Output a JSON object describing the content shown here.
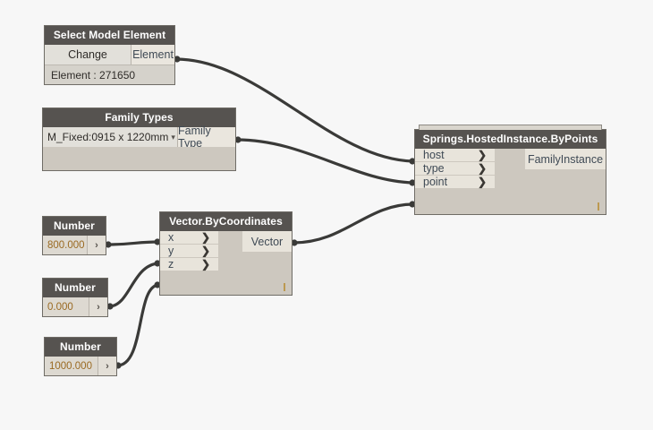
{
  "canvas": {
    "background": "#f7f7f7",
    "wire_color": "#3a3a38"
  },
  "nodes": [
    {
      "id": "select-model-element",
      "title": "Select Model Element",
      "button_label": "Change",
      "output_port": "Element",
      "info_text": "Element : 271650"
    },
    {
      "id": "family-types",
      "title": "Family Types",
      "dropdown_value": "M_Fixed:0915 x 1220mm",
      "dropdown_arrow": "chevron-down",
      "output_port": "Family Type"
    },
    {
      "id": "springs-hostedinstance-bypoints",
      "title": "Springs.HostedInstance.ByPoints",
      "inputs": [
        "host",
        "type",
        "point"
      ],
      "port_chevron": "❯",
      "outputs": [
        "FamilyInstance"
      ]
    },
    {
      "id": "vector-bycoordinates",
      "title": "Vector.ByCoordinates",
      "inputs": [
        "x",
        "y",
        "z"
      ],
      "port_chevron": "❯",
      "outputs": [
        "Vector"
      ]
    },
    {
      "id": "number-800",
      "title": "Number",
      "value": "800.000",
      "output_port": "›"
    },
    {
      "id": "number-0",
      "title": "Number",
      "value": "0.000",
      "output_port": "›"
    },
    {
      "id": "number-1000",
      "title": "Number",
      "value": "1000.000",
      "output_port": "›"
    }
  ],
  "connections": [
    {
      "from": "select-model-element.Element",
      "to": "springs-hostedinstance-bypoints.host"
    },
    {
      "from": "family-types.Family Type",
      "to": "springs-hostedinstance-bypoints.type"
    },
    {
      "from": "vector-bycoordinates.Vector",
      "to": "springs-hostedinstance-bypoints.point"
    },
    {
      "from": "number-800.output",
      "to": "vector-bycoordinates.x"
    },
    {
      "from": "number-0.output",
      "to": "vector-bycoordinates.y"
    },
    {
      "from": "number-1000.output",
      "to": "vector-bycoordinates.z"
    }
  ]
}
